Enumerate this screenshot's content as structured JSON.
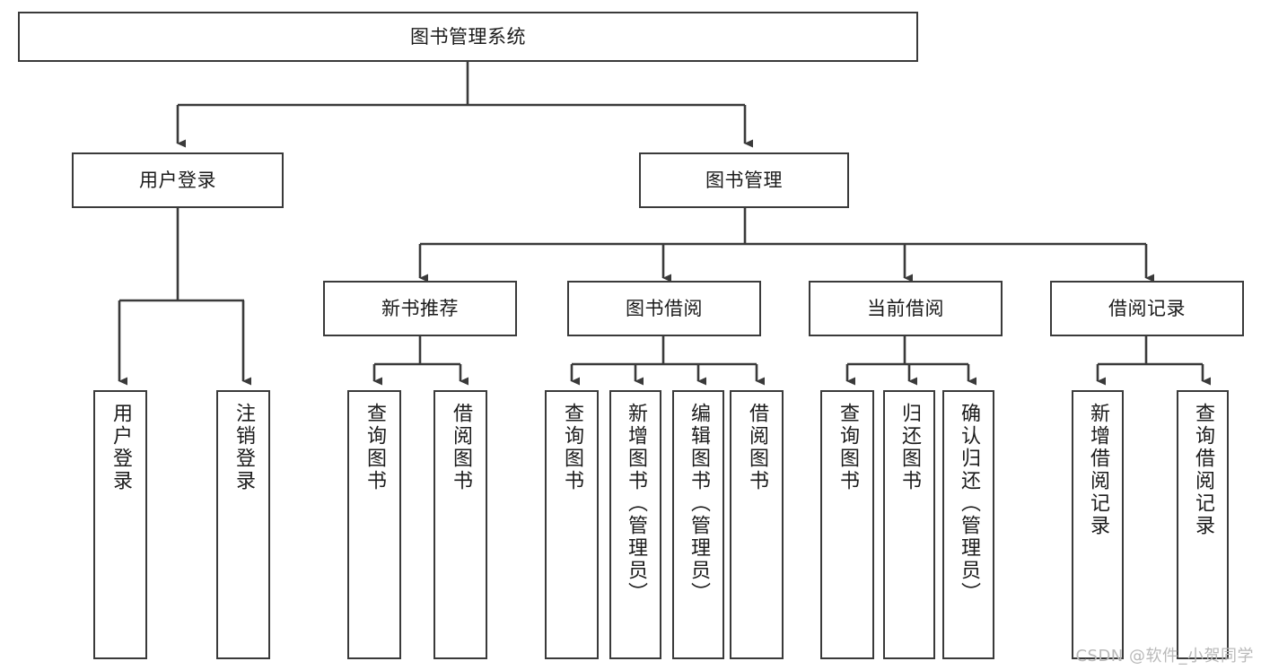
{
  "diagram": {
    "title": "图书管理系统",
    "watermark": "CSDN @软件_小贺同学",
    "line_color": "#3a3a3a",
    "box_border_color": "#3a3a3a",
    "box_fill_color": "#ffffff",
    "text_color": "#1b1b1b",
    "watermark_color": "#b9b9b9"
  },
  "nodes": {
    "root": {
      "label": "图书管理系统"
    },
    "level2": [
      {
        "label": "用户登录"
      },
      {
        "label": "图书管理"
      }
    ],
    "level3": [
      {
        "label": "新书推荐"
      },
      {
        "label": "图书借阅"
      },
      {
        "label": "当前借阅"
      },
      {
        "label": "借阅记录"
      }
    ],
    "leaves": [
      {
        "label": "用户登录"
      },
      {
        "label": "注销登录"
      },
      {
        "label": "查询图书"
      },
      {
        "label": "借阅图书"
      },
      {
        "label": "查询图书"
      },
      {
        "label": "新增图书（管理员）"
      },
      {
        "label": "编辑图书（管理员）"
      },
      {
        "label": "借阅图书"
      },
      {
        "label": "查询图书"
      },
      {
        "label": "归还图书"
      },
      {
        "label": "确认归还（管理员）"
      },
      {
        "label": "新增借阅记录"
      },
      {
        "label": "查询借阅记录"
      }
    ]
  },
  "chart_data": {
    "type": "diagram",
    "subtype": "tree-hierarchy",
    "title": "图书管理系统",
    "orientation": "top-down",
    "tree": {
      "label": "图书管理系统",
      "children": [
        {
          "label": "用户登录",
          "children": [
            {
              "label": "用户登录"
            },
            {
              "label": "注销登录"
            }
          ]
        },
        {
          "label": "图书管理",
          "children": [
            {
              "label": "新书推荐",
              "children": [
                {
                  "label": "查询图书"
                },
                {
                  "label": "借阅图书"
                }
              ]
            },
            {
              "label": "图书借阅",
              "children": [
                {
                  "label": "查询图书"
                },
                {
                  "label": "新增图书（管理员）"
                },
                {
                  "label": "编辑图书（管理员）"
                },
                {
                  "label": "借阅图书"
                }
              ]
            },
            {
              "label": "当前借阅",
              "children": [
                {
                  "label": "查询图书"
                },
                {
                  "label": "归还图书"
                },
                {
                  "label": "确认归还（管理员）"
                }
              ]
            },
            {
              "label": "借阅记录",
              "children": [
                {
                  "label": "新增借阅记录"
                },
                {
                  "label": "查询借阅记录"
                }
              ]
            }
          ]
        }
      ]
    }
  }
}
